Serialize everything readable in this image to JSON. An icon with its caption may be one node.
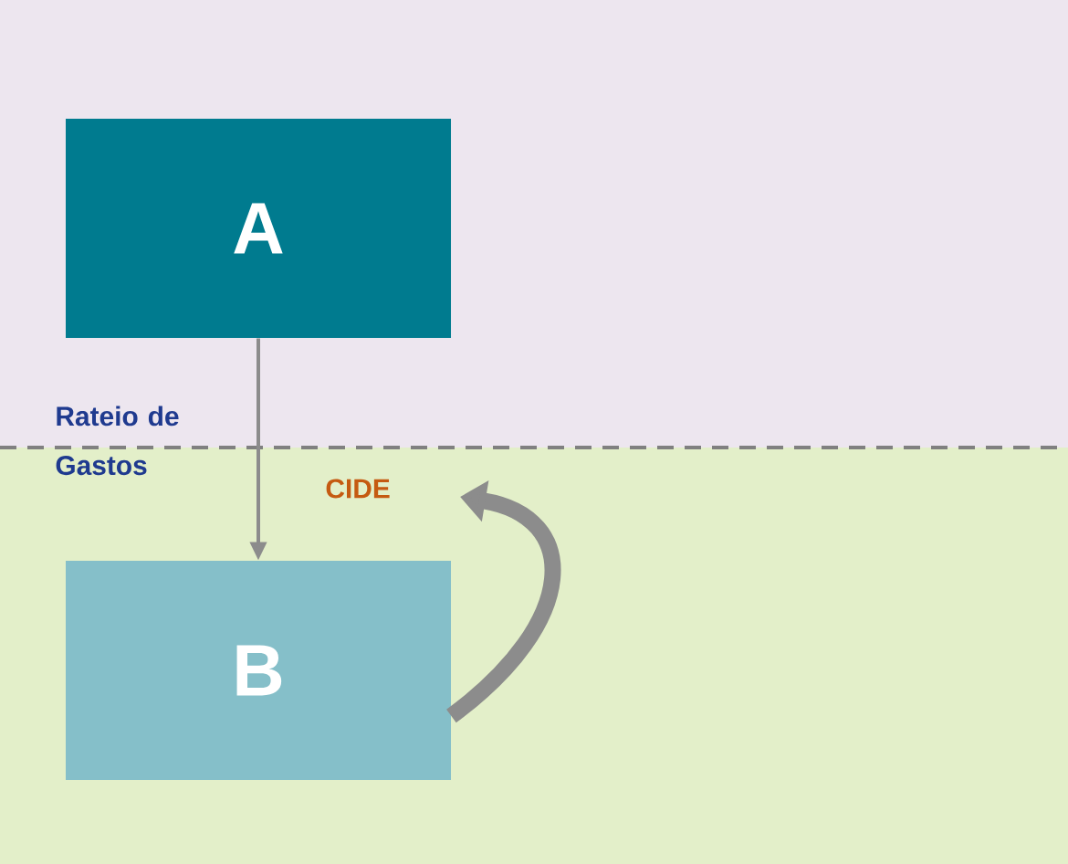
{
  "diagram": {
    "nodes": [
      {
        "text": [
          "A"
        ]
      },
      {
        "text": [
          "B"
        ]
      }
    ],
    "edges": [
      {
        "from": 0,
        "to": 1,
        "arrow": "to",
        "label": "Rateio de Gastos"
      },
      {
        "from": 1,
        "to": null,
        "arrow": "to",
        "label": "CIDE",
        "style": "thick"
      }
    ]
  }
}
